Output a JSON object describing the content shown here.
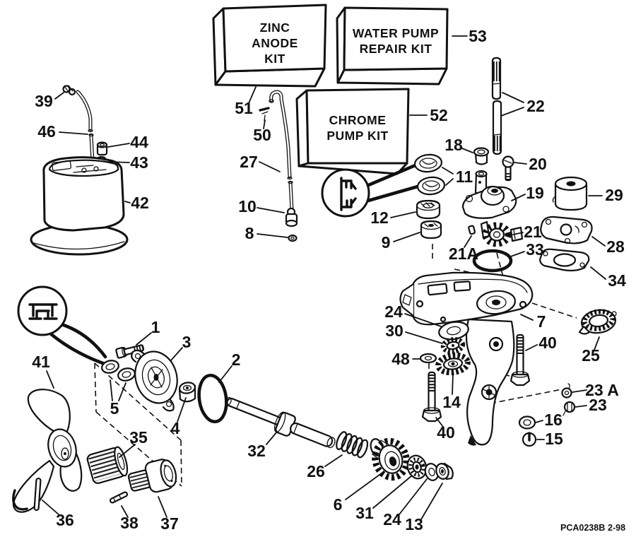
{
  "colors": {
    "ink": "#111111",
    "paper": "#ffffff"
  },
  "footer": {
    "code": "PCA0238B",
    "date": "2-98"
  },
  "kits": {
    "zinc": {
      "lines": [
        "ZINC",
        "ANODE",
        "KIT"
      ]
    },
    "water": {
      "lines": [
        "WATER PUMP",
        "REPAIR KIT"
      ]
    },
    "chrome": {
      "lines": [
        "CHROME",
        "PUMP KIT"
      ]
    }
  },
  "callouts": [
    "39",
    "46",
    "44",
    "43",
    "42",
    "51",
    "50",
    "27",
    "10",
    "8",
    "53",
    "52",
    "22",
    "18",
    "20",
    "11",
    "19",
    "29",
    "12",
    "9",
    "21",
    "21A",
    "33",
    "28",
    "34",
    "7",
    "24",
    "30",
    "48",
    "14",
    "40",
    "25",
    "23 A",
    "23",
    "16",
    "15",
    "40",
    "1",
    "3",
    "2",
    "5",
    "4",
    "41",
    "32",
    "35",
    "26",
    "36",
    "38",
    "37",
    "6",
    "31",
    "24",
    "13"
  ]
}
